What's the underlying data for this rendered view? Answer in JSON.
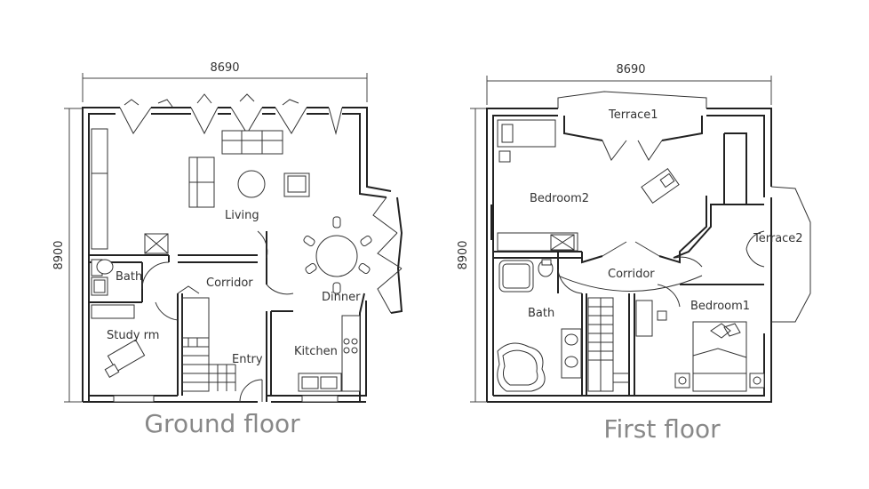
{
  "dimensions": {
    "ground_width": "8690",
    "ground_height": "8900",
    "first_width": "8690",
    "first_height": "8900"
  },
  "ground_floor": {
    "title": "Ground floor",
    "rooms": {
      "living": "Living",
      "bath": "Bath",
      "corridor": "Corridor",
      "dinner": "Dinner",
      "study": "Study rm",
      "entry": "Entry",
      "kitchen": "Kitchen"
    }
  },
  "first_floor": {
    "title": "First floor",
    "rooms": {
      "terrace1": "Terrace1",
      "bedroom2": "Bedroom2",
      "terrace2": "Terrace2",
      "corridor": "Corridor",
      "bath": "Bath",
      "bedroom1": "Bedroom1"
    }
  }
}
